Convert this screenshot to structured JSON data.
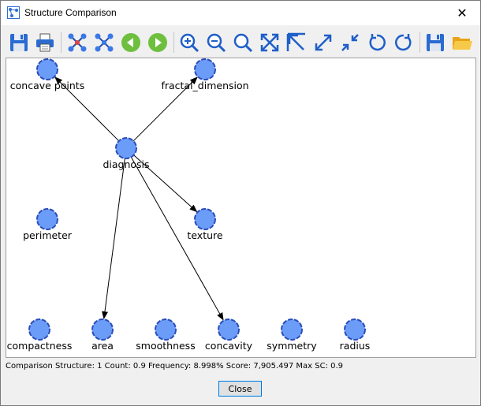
{
  "window": {
    "title": "Structure Comparison",
    "close_glyph": "✕"
  },
  "toolbar": {
    "buttons": [
      {
        "icon": "save-icon",
        "group": 1
      },
      {
        "icon": "print-icon",
        "group": 1
      },
      {
        "icon": "graph-layout-icon",
        "group": 2
      },
      {
        "icon": "graph-layout-alt-icon",
        "group": 2
      },
      {
        "icon": "back-icon",
        "group": 2
      },
      {
        "icon": "forward-icon",
        "group": 2
      },
      {
        "icon": "zoom-in-icon",
        "group": 3
      },
      {
        "icon": "zoom-out-icon",
        "group": 3
      },
      {
        "icon": "zoom-fit-icon",
        "group": 3
      },
      {
        "icon": "fit-window-icon",
        "group": 3
      },
      {
        "icon": "arrow-top-left-icon",
        "group": 3
      },
      {
        "icon": "expand-icon",
        "group": 3
      },
      {
        "icon": "shrink-icon",
        "group": 3
      },
      {
        "icon": "rotate-ccw-icon",
        "group": 3
      },
      {
        "icon": "rotate-cw-icon",
        "group": 3
      },
      {
        "icon": "save-alt-icon",
        "group": 4
      },
      {
        "icon": "open-folder-icon",
        "group": 4
      }
    ]
  },
  "graph": {
    "nodes": [
      {
        "id": "concave_points",
        "label": "concave points"
      },
      {
        "id": "fractal_dimension",
        "label": "fractal_dimension"
      },
      {
        "id": "diagnosis",
        "label": "diagnosis"
      },
      {
        "id": "perimeter",
        "label": "perimeter"
      },
      {
        "id": "texture",
        "label": "texture"
      },
      {
        "id": "compactness",
        "label": "compactness"
      },
      {
        "id": "area",
        "label": "area"
      },
      {
        "id": "smoothness",
        "label": "smoothness"
      },
      {
        "id": "concavity",
        "label": "concavity"
      },
      {
        "id": "symmetry",
        "label": "symmetry"
      },
      {
        "id": "radius",
        "label": "radius"
      }
    ],
    "edges": [
      {
        "from": "diagnosis",
        "to": "concave_points"
      },
      {
        "from": "diagnosis",
        "to": "fractal_dimension"
      },
      {
        "from": "diagnosis",
        "to": "texture"
      },
      {
        "from": "diagnosis",
        "to": "area"
      },
      {
        "from": "diagnosis",
        "to": "concavity"
      }
    ],
    "node_fill": "#6b9cf8",
    "node_stroke": "#2a4db8"
  },
  "status": {
    "text": "Comparison Structure: 1 Count: 0.9 Frequency: 8.998% Score: 7,905.497 Max SC: 0.9"
  },
  "buttons": {
    "close_label": "Close"
  }
}
